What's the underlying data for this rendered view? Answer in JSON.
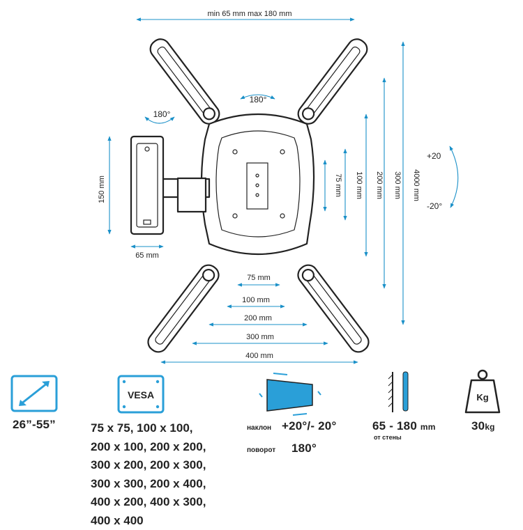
{
  "dimensions": {
    "width_range": "min 65 mm max 180 mm",
    "rot_left": "180°",
    "rot_center": "180°",
    "plate_h": "150 mm",
    "plate_w": "65 mm",
    "tilt_up": "+20",
    "tilt_down": "-20°",
    "h75": "75 mm",
    "h100": "100 mm",
    "h200": "200 mm",
    "h300": "300 mm",
    "h400": "4000 mm",
    "w75": "75 mm",
    "w100": "100 mm",
    "w200": "200 mm",
    "w300": "300 mm",
    "w400": "400 mm"
  },
  "specs": {
    "screen_size": "26”-55”",
    "vesa_label": "VESA",
    "vesa_sizes": [
      "75 x 75, 100 x 100,",
      "200 x 100, 200 x 200,",
      "300 x 200, 200 x 300,",
      "300 x 300, 200 x 400,",
      "400 x 200, 400 x 300,",
      "400 x 400"
    ],
    "tilt_label": "наклон",
    "tilt_value": "+20°/- 20°",
    "swivel_label": "поворот",
    "swivel_value": "180°",
    "distance_value": "65 - 180",
    "distance_unit": "mm",
    "distance_label": "от стены",
    "weight_icon_label": "Kg",
    "weight_value": "30",
    "weight_unit": "kg"
  },
  "colors": {
    "accent": "#1a90c8",
    "icon_fill": "#2a9fd8",
    "text": "#222222"
  }
}
